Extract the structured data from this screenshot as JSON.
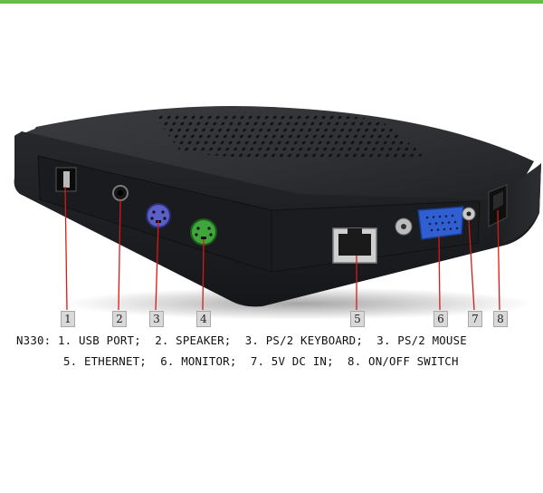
{
  "image": {
    "subject": "black thin client box, rear panel with ports",
    "colors": {
      "accent_bar": "#6cbb4a",
      "device_body": "#2a2c2f",
      "vga_port": "#2f5fd0",
      "ps2_keyboard": "#5b5fc8",
      "ps2_mouse": "#3ea63a"
    }
  },
  "port_numbers": [
    "1",
    "2",
    "3",
    "4",
    "5",
    "6",
    "7",
    "8"
  ],
  "caption": {
    "line_1": "N330: 1. USB PORT;  2. SPEAKER;  3. PS/2 KEYBOARD;  3. PS/2 MOUSE",
    "line_2": "5. ETHERNET;  6. MONITOR;  7. 5V DC IN;  8. ON/OFF SWITCH"
  }
}
